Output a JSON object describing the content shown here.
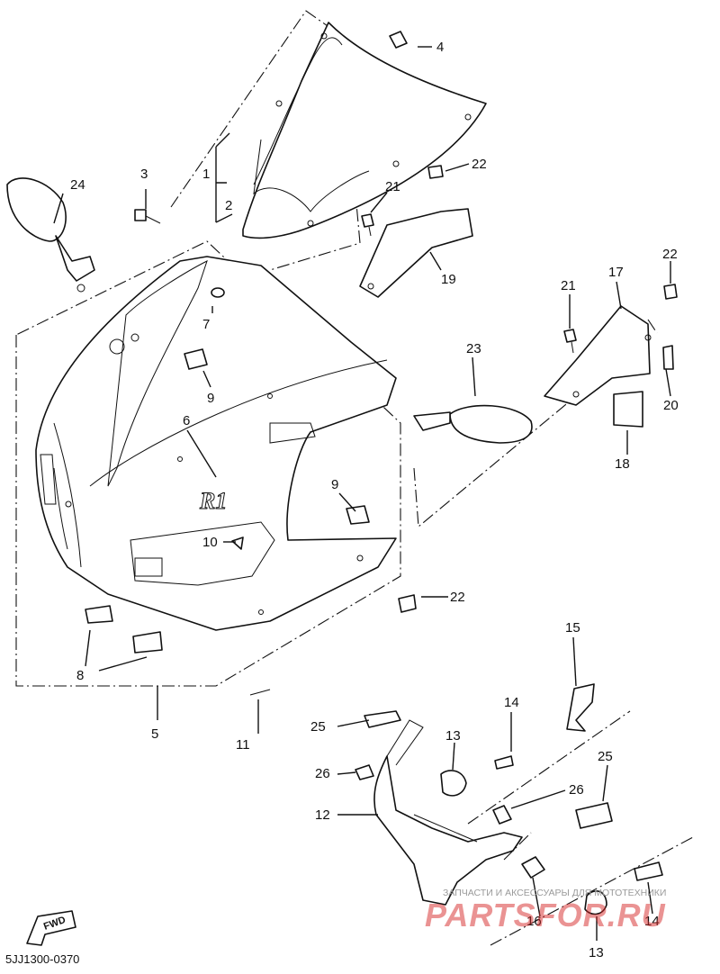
{
  "diagram": {
    "document_code": "5JJ1300-0370",
    "direction_badge": "FWD",
    "watermark": {
      "line1": "ЗАПЧАСТИ И АКСЕССУАРЫ ДЛЯ МОТОТЕХНИКИ",
      "line2": "PARTSFOR.RU"
    },
    "callouts": {
      "c1": "1",
      "c2": "2",
      "c3": "3",
      "c4": "4",
      "c5": "5",
      "c6": "6",
      "c7": "7",
      "c8": "8",
      "c9a": "9",
      "c9b": "9",
      "c10": "10",
      "c11": "11",
      "c12": "12",
      "c13a": "13",
      "c13b": "13",
      "c14a": "14",
      "c14b": "14",
      "c15": "15",
      "c16": "16",
      "c17": "17",
      "c18": "18",
      "c19": "19",
      "c20": "20",
      "c21a": "21",
      "c21b": "21",
      "c22a": "22",
      "c22b": "22",
      "c22c": "22",
      "c23": "23",
      "c24": "24",
      "c25a": "25",
      "c25b": "25",
      "c26a": "26",
      "c26b": "26"
    }
  }
}
